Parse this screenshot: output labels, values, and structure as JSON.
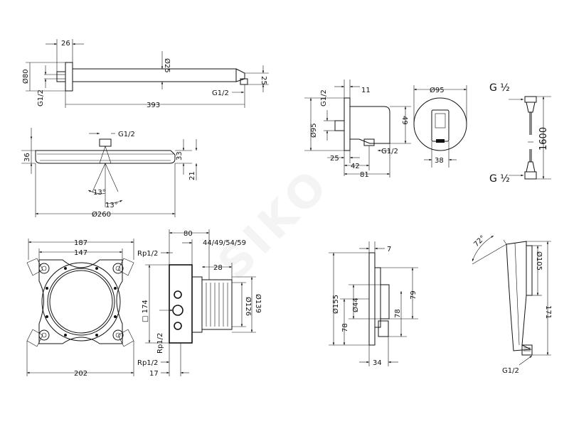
{
  "watermark": "SIKO",
  "shower_arm": {
    "d_25": "Ø25",
    "d_26": "26",
    "d_80": "Ø80",
    "g12_left": "G1/2",
    "g12_right": "G1/2",
    "d_25b": "25",
    "d_393": "393"
  },
  "overhead_shower": {
    "g12": "G1/2",
    "d_36": "36",
    "d_33": "33",
    "d_21": "21",
    "a_13a": "13°",
    "a_13b": "13°",
    "d_260": "Ø260"
  },
  "wall_outlet": {
    "g12_top": "G1/2",
    "d_11": "11",
    "d_95": "Ø95",
    "d_49": "49",
    "d_25": "25",
    "d_42": "42",
    "g12_bottom": "G1/2",
    "d_81": "81",
    "d_95_front": "Ø95",
    "d_38": "38"
  },
  "hose": {
    "g12_top": "G ½",
    "g12_bottom": "G ½",
    "length": "1600"
  },
  "mounting_frame": {
    "d_187": "187",
    "d_147": "147",
    "d_202": "202"
  },
  "ibox": {
    "d_80": "80",
    "depths": "44/49/54/59",
    "rp_top": "Rp1/2",
    "d_28": "28",
    "d_174": "□ 174",
    "d_126": "Ø126",
    "d_139": "Ø139",
    "rp_left": "Rp1/2",
    "rp_bottom": "Rp1/2",
    "d_17": "17"
  },
  "trim": {
    "d_7": "7",
    "d_155": "Ø155",
    "d_44": "Ø44",
    "d_78a": "78",
    "d_78b": "78",
    "d_79": "79",
    "d_34": "34"
  },
  "hand_shower": {
    "angle": "72°",
    "d_105": "Ø105",
    "d_171": "171",
    "g12": "G1/2"
  }
}
